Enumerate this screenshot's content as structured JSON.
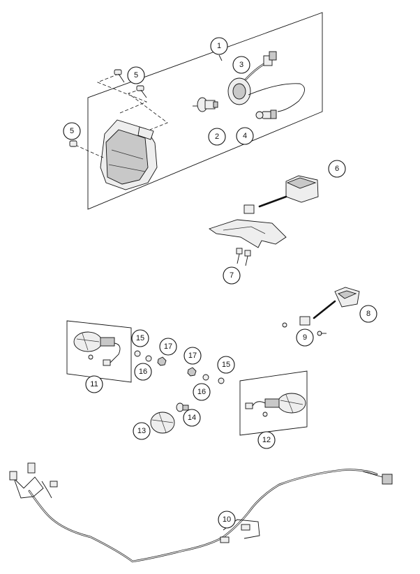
{
  "callouts": [
    {
      "label": "1"
    },
    {
      "label": "2"
    },
    {
      "label": "3"
    },
    {
      "label": "4"
    },
    {
      "label": "5"
    },
    {
      "label": "5"
    },
    {
      "label": "6"
    },
    {
      "label": "7"
    },
    {
      "label": "8"
    },
    {
      "label": "9"
    },
    {
      "label": "10"
    },
    {
      "label": "11"
    },
    {
      "label": "12"
    },
    {
      "label": "13"
    },
    {
      "label": "14"
    },
    {
      "label": "15"
    },
    {
      "label": "15"
    },
    {
      "label": "16"
    },
    {
      "label": "16"
    },
    {
      "label": "17"
    },
    {
      "label": "17"
    }
  ]
}
